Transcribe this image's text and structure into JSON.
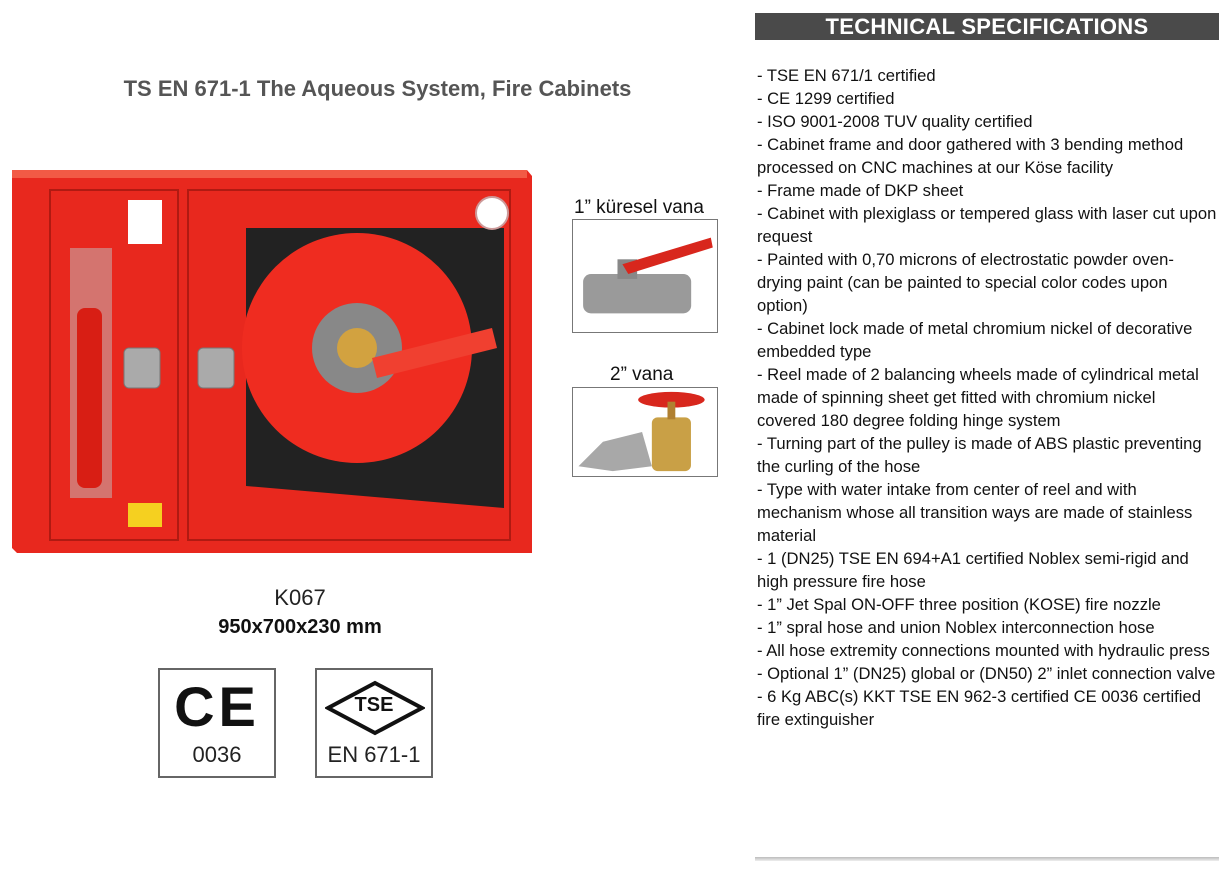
{
  "header": {
    "title": "TECHNICAL SPECIFICATIONS"
  },
  "product": {
    "title": "TS EN 671-1 The Aqueous System, Fire Cabinets",
    "model": "K067",
    "dimensions": "950x700x230 mm"
  },
  "valves": [
    {
      "label": "1” küresel vana"
    },
    {
      "label": "2” vana"
    }
  ],
  "certs": [
    {
      "mark": "CE",
      "number": "0036"
    },
    {
      "mark": "TSE",
      "number": "EN 671-1"
    }
  ],
  "specs": [
    "- TSE EN 671/1 certified",
    "- CE 1299 certified",
    "- ISO 9001-2008 TUV quality certified",
    "- Cabinet frame and door gathered with 3 bending method processed on CNC machines at our Köse facility",
    "- Frame made of DKP sheet",
    "- Cabinet with plexiglass or tempered glass with laser cut upon request",
    "- Painted with 0,70 microns of electrostatic powder oven-drying paint (can be painted to special color codes upon option)",
    "- Cabinet lock made of metal chromium nickel of decorative embedded type",
    "- Reel made of 2 balancing wheels made of cylindrical metal made of spinning sheet get fitted with chromium nickel covered 180 degree folding hinge system",
    "- Turning part of the pulley is made of ABS plastic preventing the curling of the hose",
    "- Type with water intake from center of reel and with mechanism whose all transition ways are made of stainless material",
    "- 1 (DN25) TSE EN 694+A1 certified Noblex semi-rigid and high pressure fire hose",
    "- 1” Jet Spal ON-OFF three position (KOSE) fire nozzle",
    "- 1” spral hose and union Noblex interconnection hose",
    "- All hose extremity connections mounted with hydraulic press",
    "- Optional 1” (DN25) global or (DN50) 2” inlet connection valve",
    "- 6 Kg ABC(s) KKT TSE EN 962-3 certified CE 0036 certified fire extinguisher"
  ]
}
